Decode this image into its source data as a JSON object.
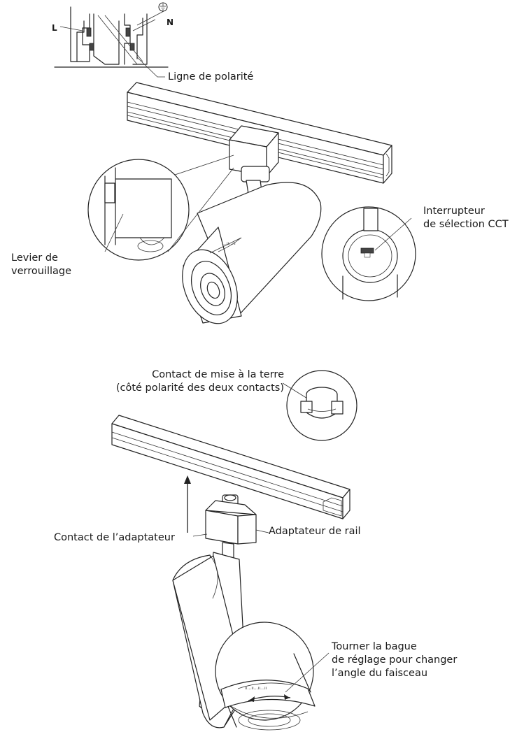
{
  "labels": {
    "L": "L",
    "N": "N",
    "polarity_line": "Ligne de polarité",
    "locking_lever": [
      "Levier de",
      "verrouillage"
    ],
    "cct_switch": [
      "Interrupteur",
      "de sélection CCT"
    ],
    "ground_contact": [
      "Contact de mise à la terre",
      "(côté polarité des deux contacts)"
    ],
    "adapter_contact": "Contact de l’adaptateur",
    "rail_adapter": "Adaptateur de rail",
    "beam_ring": [
      "Tourner la bague",
      "de réglage pour changer",
      "l’angle du faisceau"
    ]
  },
  "icons": {
    "ground_symbol": "earth-ground-icon",
    "arrow": "up-arrow-icon"
  }
}
